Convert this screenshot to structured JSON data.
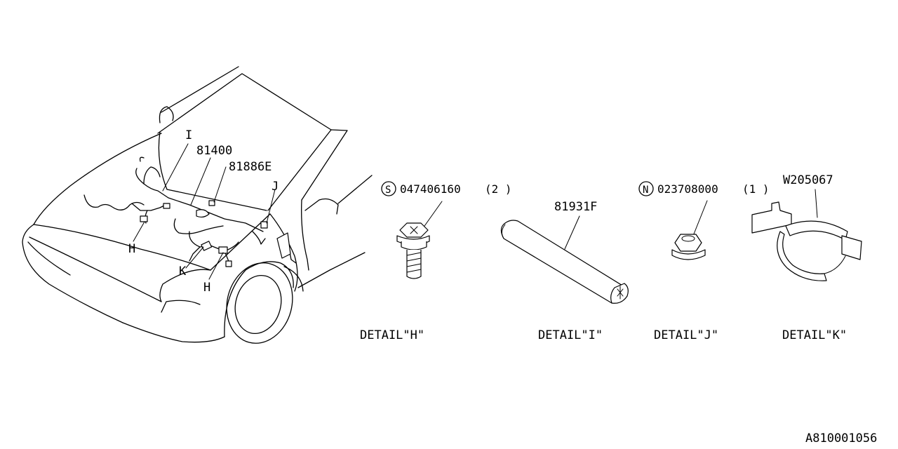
{
  "callouts": {
    "harness_main": "81400",
    "harness_sub": "81886E",
    "detail_i_marker": "I",
    "detail_j_marker": "J",
    "detail_k_marker": "K",
    "detail_h_marker_1": "H",
    "detail_h_marker_2": "H"
  },
  "details": {
    "h": {
      "title": "DETAIL\"H\"",
      "symbol": "S",
      "part_no": "047406160",
      "qty": "(2 )"
    },
    "i": {
      "title": "DETAIL\"I\"",
      "part_no": "81931F"
    },
    "j": {
      "title": "DETAIL\"J\"",
      "symbol": "N",
      "part_no": "023708000",
      "qty": "(1 )"
    },
    "k": {
      "title": "DETAIL\"K\"",
      "part_no": "W205067"
    }
  },
  "diagram_id": "A810001056"
}
